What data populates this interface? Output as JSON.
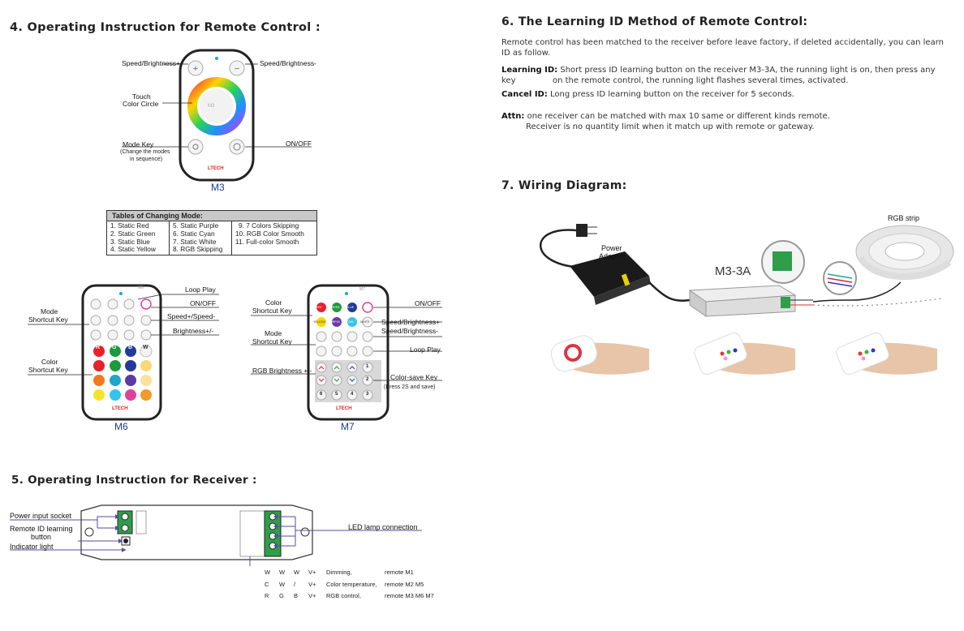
{
  "sec4": {
    "title": "4. Operating Instruction for Remote Control :",
    "m3": {
      "name": "M3",
      "brand": "LTECH",
      "center": "M3",
      "speed_plus": "Speed/Brightness+",
      "speed_minus": "Speed/Brightness-",
      "touch_color_1": "Touch",
      "touch_color_2": "Color Circle",
      "mode_key": "Mode Key",
      "mode_note_1": "(Change the modes",
      "mode_note_2": "in sequence)",
      "on_off": "ON/OFF"
    },
    "table": {
      "title": "Tables  of  Changing Mode:",
      "col1": [
        "1. Static Red",
        "2. Static Green",
        "3. Static Blue",
        "4. Static Yellow"
      ],
      "col2": [
        "5. Static Purple",
        "6. Static Cyan",
        "7. Static White",
        "8. RGB Skipping"
      ],
      "col3": [
        "9. 7 Colors Skipping",
        "10. RGB Color Smooth",
        "11. Full-color Smooth"
      ]
    },
    "m6": {
      "name": "M6",
      "brand": "LTECH",
      "model": "M6",
      "mode_shortcut_1": "Mode",
      "mode_shortcut_2": "Shortcut Key",
      "color_shortcut_1": "Color",
      "color_shortcut_2": "Shortcut Key",
      "loop_play": "Loop Play",
      "on_off": "ON/OFF",
      "speed": "Speed+/Speed-",
      "brightness": "Brightness+/-",
      "key_r": "R",
      "key_g": "G",
      "key_b": "B",
      "key_w": "W"
    },
    "m7": {
      "name": "M7",
      "brand": "LTECH",
      "model": "M7",
      "color_shortcut_1": "Color",
      "color_shortcut_2": "Shortcut Key",
      "mode_shortcut_1": "Mode",
      "mode_shortcut_2": "Shortcut Key",
      "rgb_brightness": "RGB Brightness +/-",
      "on_off": "ON/OFF",
      "speed_bright_plus": "Speed/Brightness+",
      "speed_bright_minus": "Speed/Brightness-",
      "loop_play": "Loop Play",
      "color_save": "Color-save Key",
      "color_save_note": "(Press 2S and save)",
      "keys_top": [
        "RED",
        "GREEN",
        "BLUE"
      ],
      "keys_mid": [
        "YELLOW",
        "PURPLE",
        "CYAN",
        "WHITE"
      ],
      "keys_num": [
        "1",
        "2",
        "6",
        "5",
        "4",
        "3"
      ]
    }
  },
  "sec5": {
    "title": "5. Operating Instruction for Receiver :",
    "power_input": "Power input socket",
    "remote_id_1": "Remote ID learning",
    "remote_id_2": "button",
    "indicator": "Indicator light",
    "led_lamp": "LED lamp connection",
    "rows": [
      [
        "W",
        "W",
        "W",
        "V+",
        "Dimming,",
        "remote M1"
      ],
      [
        "C",
        "W",
        "/",
        "V+",
        "Color temperature,",
        "remote M2 M5"
      ],
      [
        "R",
        "G",
        "B",
        "V+",
        "RGB control,",
        "remote  M3 M6 M7"
      ]
    ]
  },
  "sec6": {
    "title": "6. The Learning ID Method of Remote Control:",
    "intro": "Remote control has been matched to the receiver before leave factory, if deleted accidentally,  you can learn ID as follow.",
    "learning_label": "Learning ID:",
    "learning_text_1": " Short press ID learning button on the receiver M3-3A, the running light is on, then press any key",
    "learning_text_2": "on the remote control,  the running light flashes several times, activated.",
    "cancel_label": "Cancel ID:",
    "cancel_text": " Long press ID learning button on the receiver for 5 seconds.",
    "attn_label": "Attn:",
    "attn_text_1": " one receiver can be matched with max 10 same or different kinds remote.",
    "attn_text_2": "Receiver is no quantity limit when it match up with remote or gateway."
  },
  "sec7": {
    "title": "7. Wiring Diagram:",
    "power_adapter_1": "Power",
    "power_adapter_2": "Adapter",
    "model": "M3-3A",
    "rgb_strip": "RGB strip"
  },
  "colors": {
    "accent_blue": "#1f3d8c",
    "arrow_purple": "#5a4aa0",
    "terminal_green": "#2e9e4a"
  }
}
